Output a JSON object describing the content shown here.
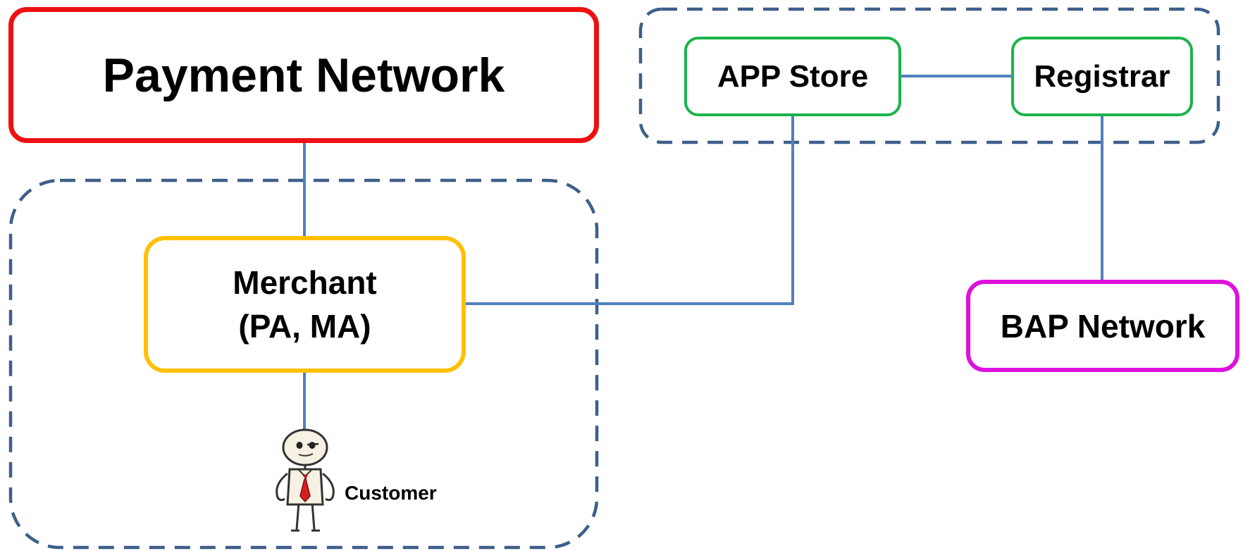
{
  "diagram": {
    "payment_network": "Payment Network",
    "app_store": "APP Store",
    "registrar": "Registrar",
    "merchant_line1": "Merchant",
    "merchant_line2": "(PA, MA)",
    "bap_network": "BAP Network",
    "customer": "Customer"
  },
  "colors": {
    "payment_border": "#ee1111",
    "app_border": "#1bb34a",
    "merchant_border": "#ffc000",
    "bap_border": "#dd11dd",
    "connector": "#4f81bd",
    "dashed_group": "#3e5f8a"
  },
  "icons": {
    "customer": "stick-figure-person-with-red-tie"
  }
}
